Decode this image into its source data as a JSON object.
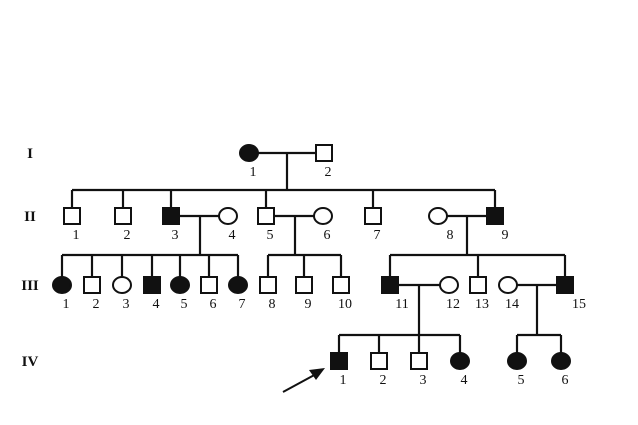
{
  "generations": [
    {
      "label": "I",
      "individuals": [
        {
          "id": "I-1",
          "num": "1",
          "sex": "female",
          "affected": true
        },
        {
          "id": "I-2",
          "num": "2",
          "sex": "male",
          "affected": false
        }
      ]
    },
    {
      "label": "II",
      "individuals": [
        {
          "id": "II-1",
          "num": "1",
          "sex": "male",
          "affected": false
        },
        {
          "id": "II-2",
          "num": "2",
          "sex": "male",
          "affected": false
        },
        {
          "id": "II-3",
          "num": "3",
          "sex": "male",
          "affected": true
        },
        {
          "id": "II-4",
          "num": "4",
          "sex": "female",
          "affected": false
        },
        {
          "id": "II-5",
          "num": "5",
          "sex": "male",
          "affected": false
        },
        {
          "id": "II-6",
          "num": "6",
          "sex": "female",
          "affected": false
        },
        {
          "id": "II-7",
          "num": "7",
          "sex": "male",
          "affected": false
        },
        {
          "id": "II-8",
          "num": "8",
          "sex": "female",
          "affected": false
        },
        {
          "id": "II-9",
          "num": "9",
          "sex": "male",
          "affected": true
        }
      ]
    },
    {
      "label": "III",
      "individuals": [
        {
          "id": "III-1",
          "num": "1",
          "sex": "female",
          "affected": true
        },
        {
          "id": "III-2",
          "num": "2",
          "sex": "male",
          "affected": false
        },
        {
          "id": "III-3",
          "num": "3",
          "sex": "female",
          "affected": false
        },
        {
          "id": "III-4",
          "num": "4",
          "sex": "male",
          "affected": true
        },
        {
          "id": "III-5",
          "num": "5",
          "sex": "female",
          "affected": true
        },
        {
          "id": "III-6",
          "num": "6",
          "sex": "male",
          "affected": false
        },
        {
          "id": "III-7",
          "num": "7",
          "sex": "female",
          "affected": true
        },
        {
          "id": "III-8",
          "num": "8",
          "sex": "male",
          "affected": false
        },
        {
          "id": "III-9",
          "num": "9",
          "sex": "male",
          "affected": false
        },
        {
          "id": "III-10",
          "num": "10",
          "sex": "male",
          "affected": false
        },
        {
          "id": "III-11",
          "num": "11",
          "sex": "male",
          "affected": true
        },
        {
          "id": "III-12",
          "num": "12",
          "sex": "female",
          "affected": false
        },
        {
          "id": "III-13",
          "num": "13",
          "sex": "male",
          "affected": false
        },
        {
          "id": "III-14",
          "num": "14",
          "sex": "female",
          "affected": false
        },
        {
          "id": "III-15",
          "num": "15",
          "sex": "male",
          "affected": true
        }
      ]
    },
    {
      "label": "IV",
      "individuals": [
        {
          "id": "IV-1",
          "num": "1",
          "sex": "male",
          "affected": true,
          "proband": true
        },
        {
          "id": "IV-2",
          "num": "2",
          "sex": "male",
          "affected": false
        },
        {
          "id": "IV-3",
          "num": "3",
          "sex": "male",
          "affected": false
        },
        {
          "id": "IV-4",
          "num": "4",
          "sex": "female",
          "affected": true
        },
        {
          "id": "IV-5",
          "num": "5",
          "sex": "female",
          "affected": true
        },
        {
          "id": "IV-6",
          "num": "6",
          "sex": "female",
          "affected": true
        }
      ]
    }
  ],
  "colors": {
    "ink": "#111111",
    "background": "#ffffff"
  }
}
